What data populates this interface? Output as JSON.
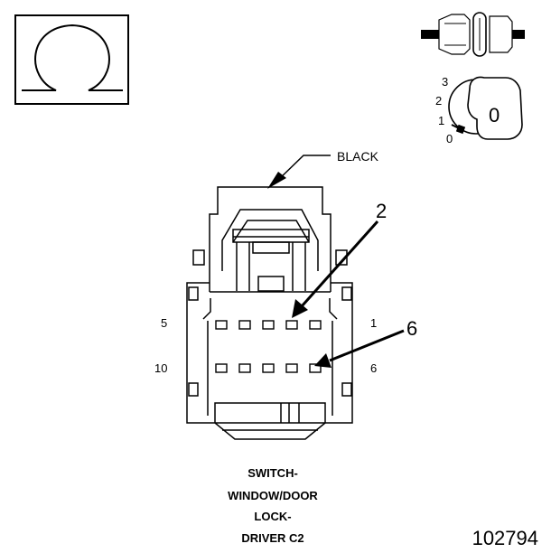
{
  "ohm_symbol": "Ω",
  "key_positions": [
    "3",
    "2",
    "1",
    "0"
  ],
  "key_label": "0",
  "connector_color": "BLACK",
  "callouts": [
    "2",
    "6"
  ],
  "pin_labels": {
    "top_left": "5",
    "top_right": "1",
    "bottom_left": "10",
    "bottom_right": "6"
  },
  "caption_lines": [
    "SWITCH-",
    "WINDOW/DOOR",
    "LOCK-",
    "DRIVER C2"
  ],
  "figure_number": "102794",
  "colors": {
    "line": "#000000",
    "background": "#ffffff",
    "bulb": "#ffffff"
  },
  "icons": [
    "ohmmeter-icon",
    "bulb-icon",
    "ignition-key-icon"
  ]
}
